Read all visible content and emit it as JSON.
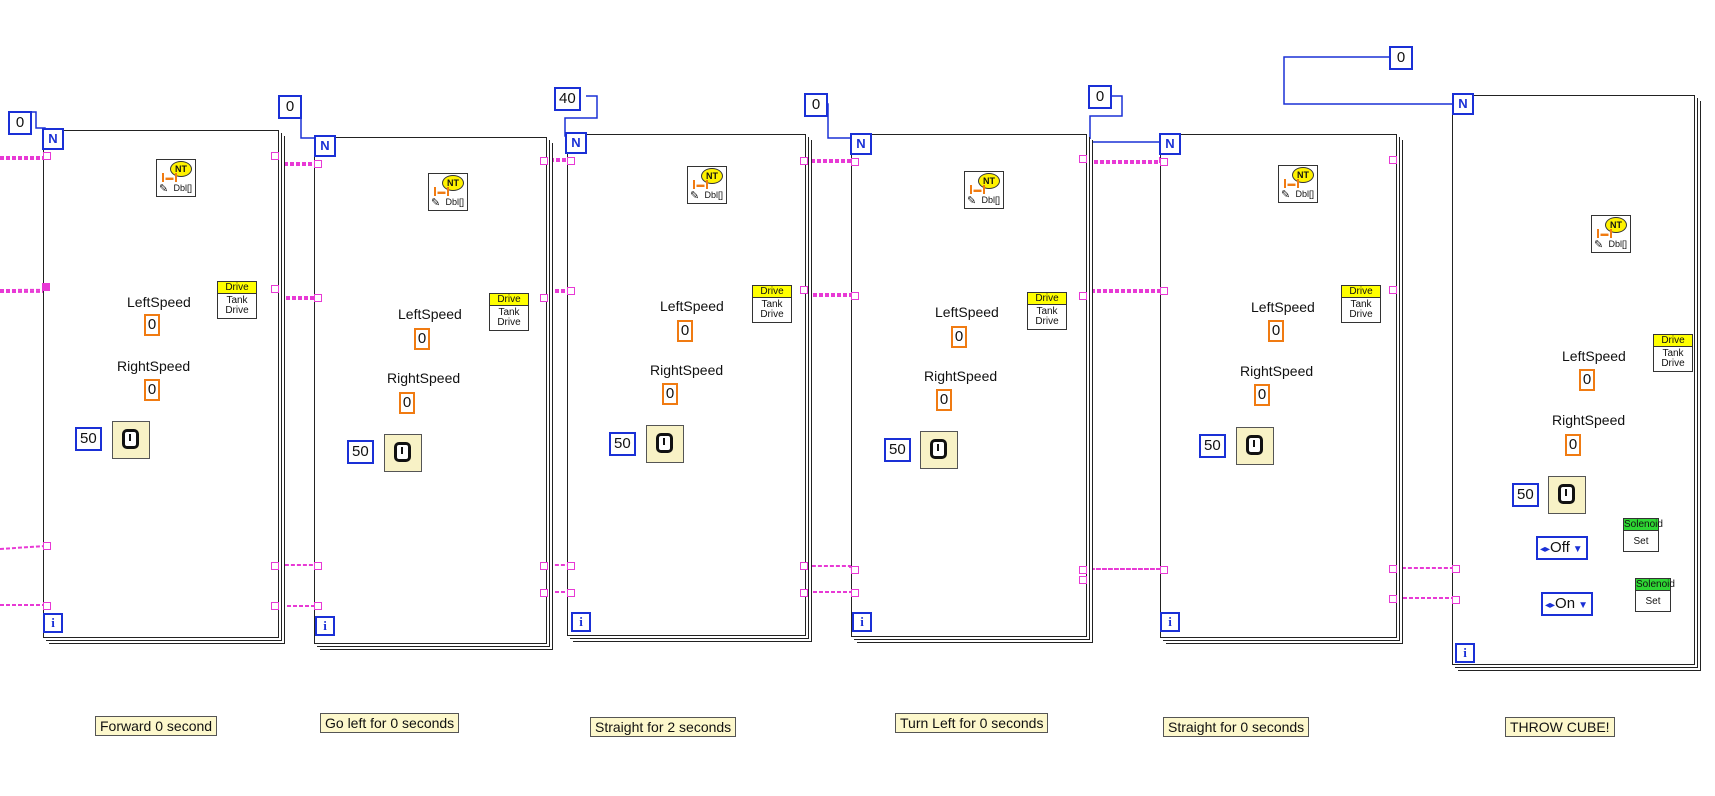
{
  "colors": {
    "reference_wire": "#e839d5",
    "numeric_wire": "#f07b12",
    "count_wire": "#1a30d6",
    "drive_header": "#ffff00",
    "solenoid_header": "#2ed633",
    "comment_bg": "#fdf8cc"
  },
  "frames": [
    {
      "count": "0",
      "left_label": "LeftSpeed",
      "left_value": "0",
      "right_label": "RightSpeed",
      "right_value": "0",
      "wait_ms": "50",
      "drive_title": "Drive",
      "drive_body": "Tank Drive",
      "nt_label": "NT",
      "nt_type": "Dbl[]",
      "iteration": "i",
      "loop_label": "N",
      "caption": "Forward 0 second"
    },
    {
      "count": "0",
      "left_label": "LeftSpeed",
      "left_value": "0",
      "right_label": "RightSpeed",
      "right_value": "0",
      "wait_ms": "50",
      "drive_title": "Drive",
      "drive_body": "Tank Drive",
      "nt_label": "NT",
      "nt_type": "Dbl[]",
      "iteration": "i",
      "loop_label": "N",
      "caption": "Go left for 0 seconds"
    },
    {
      "count": "40",
      "left_label": "LeftSpeed",
      "left_value": "0",
      "right_label": "RightSpeed",
      "right_value": "0",
      "wait_ms": "50",
      "drive_title": "Drive",
      "drive_body": "Tank Drive",
      "nt_label": "NT",
      "nt_type": "Dbl[]",
      "iteration": "i",
      "loop_label": "N",
      "caption": "Straight  for 2 seconds"
    },
    {
      "count": "0",
      "left_label": "LeftSpeed",
      "left_value": "0",
      "right_label": "RightSpeed",
      "right_value": "0",
      "wait_ms": "50",
      "drive_title": "Drive",
      "drive_body": "Tank Drive",
      "nt_label": "NT",
      "nt_type": "Dbl[]",
      "iteration": "i",
      "loop_label": "N",
      "caption": "Turn Left for 0 seconds"
    },
    {
      "count": "0",
      "left_label": "LeftSpeed",
      "left_value": "0",
      "right_label": "RightSpeed",
      "right_value": "0",
      "wait_ms": "50",
      "drive_title": "Drive",
      "drive_body": "Tank Drive",
      "nt_label": "NT",
      "nt_type": "Dbl[]",
      "iteration": "i",
      "loop_label": "N",
      "caption": "Straight  for 0 seconds"
    },
    {
      "count": "0",
      "left_label": "LeftSpeed",
      "left_value": "0",
      "right_label": "RightSpeed",
      "right_value": "0",
      "wait_ms": "50",
      "drive_title": "Drive",
      "drive_body": "Tank Drive",
      "nt_label": "NT",
      "nt_type": "Dbl[]",
      "iteration": "i",
      "loop_label": "N",
      "caption": "THROW CUBE!",
      "solenoids": [
        {
          "title": "Solenoid",
          "method": "Set",
          "value": "Off"
        },
        {
          "title": "Solenoid",
          "method": "Set",
          "value": "On"
        }
      ]
    }
  ]
}
